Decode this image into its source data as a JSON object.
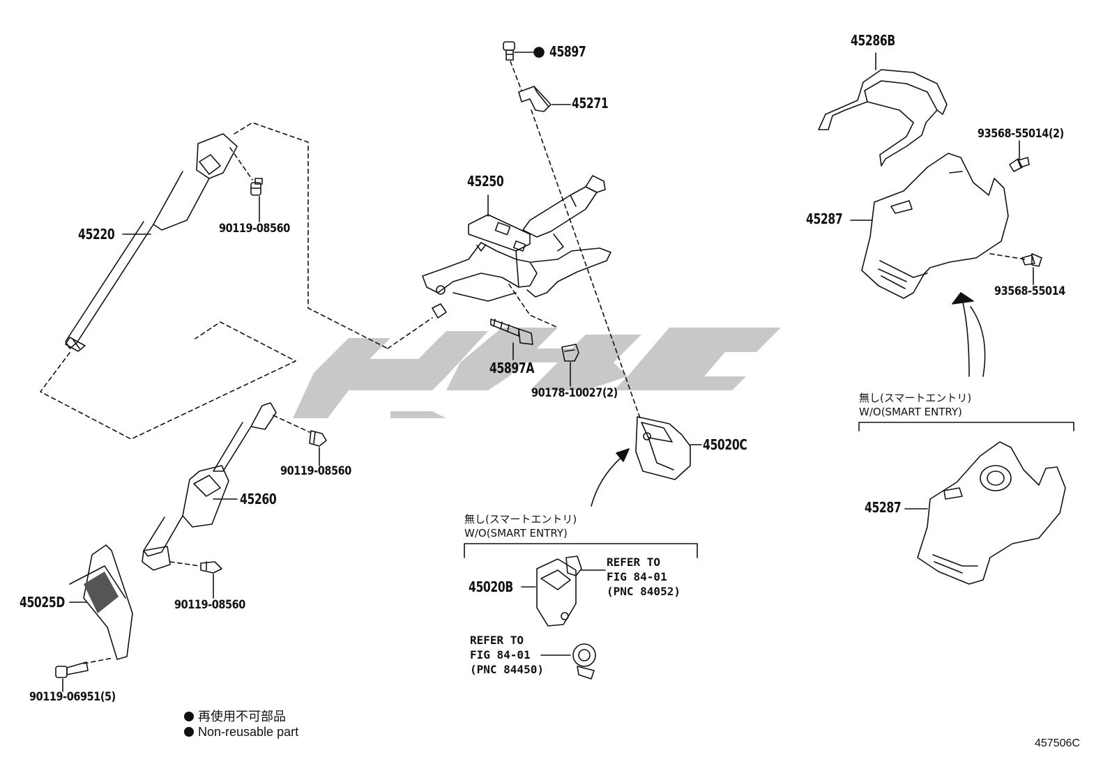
{
  "labels": {
    "p45897": "45897",
    "p45271": "45271",
    "p45250": "45250",
    "p45220": "45220",
    "p90119_a": "90119-08560",
    "p45897A": "45897A",
    "p90178": "90178-10027(2)",
    "p45020C": "45020C",
    "p90119_b": "90119-08560",
    "p45260": "45260",
    "p90119_c": "90119-08560",
    "p45025D": "45025D",
    "p90119_d": "90119-06951(5)",
    "p45020B": "45020B",
    "p45286B": "45286B",
    "p93568_a": "93568-55014(2)",
    "p45287_a": "45287",
    "p93568_b": "93568-55014",
    "p45287_b": "45287"
  },
  "notes": {
    "center_jp": "無し(スマートエントリ)",
    "center_en": "W/O(SMART ENTRY)",
    "right_jp": "無し(スマートエントリ)",
    "right_en": "W/O(SMART ENTRY)"
  },
  "refs": {
    "ref1": "REFER TO\nFIG 84-01\n(PNC 84052)",
    "ref2": "REFER TO\nFIG 84-01\n(PNC 84450)"
  },
  "legend": {
    "jp": "再使用不可部品",
    "en": "Non-reusable part"
  },
  "figure_id": "457506C",
  "colors": {
    "line": "#111111",
    "watermark": "#c9c9c9"
  }
}
